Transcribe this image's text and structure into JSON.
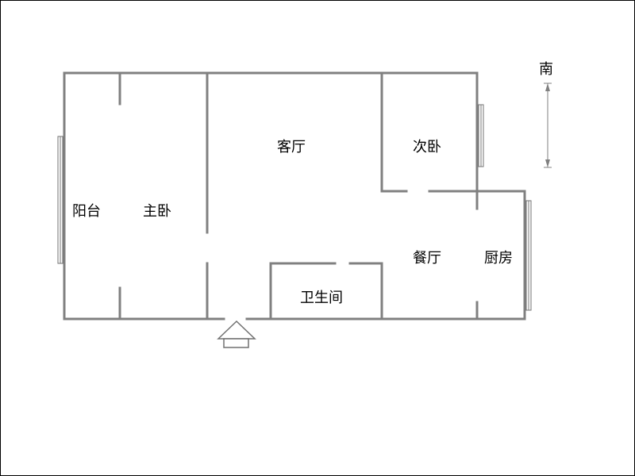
{
  "floor_plan": {
    "rooms": {
      "balcony": "阳台",
      "master_bedroom": "主卧",
      "living_room": "客厅",
      "second_bedroom": "次卧",
      "dining_room": "餐厅",
      "kitchen": "厨房",
      "bathroom": "卫生间"
    },
    "compass": {
      "label": "南",
      "icon": "north-south-arrow-icon"
    },
    "entrance_icon": "entrance-arrow-icon",
    "colors": {
      "wall": "#808080",
      "window": "#707070",
      "border": "#000000"
    }
  }
}
